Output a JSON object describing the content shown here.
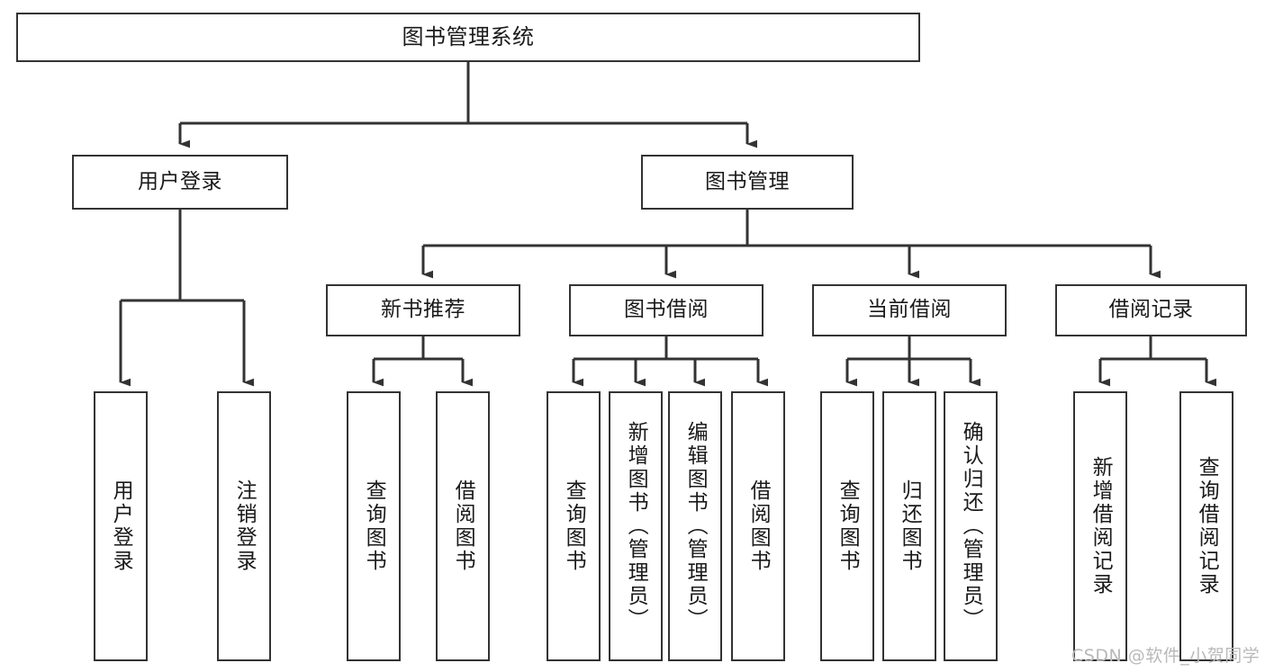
{
  "diagram": {
    "title": "图书管理系统",
    "type": "tree-hierarchy-chart",
    "line_color": "#333333",
    "box_fill": "#ffffff",
    "text_color": "#1a1a1a",
    "background": "#ffffff"
  },
  "nodes": {
    "root": {
      "label": "图书管理系统"
    },
    "level2": [
      {
        "label": "用户登录"
      },
      {
        "label": "图书管理"
      }
    ],
    "level3": [
      {
        "label": "新书推荐"
      },
      {
        "label": "图书借阅"
      },
      {
        "label": "当前借阅"
      },
      {
        "label": "借阅记录"
      }
    ],
    "leaves_user_login": [
      {
        "label": "用户登录"
      },
      {
        "label": "注销登录"
      }
    ],
    "leaves_new_books": [
      {
        "label": "查询图书"
      },
      {
        "label": "借阅图书"
      }
    ],
    "leaves_borrow_books": [
      {
        "label": "查询图书"
      },
      {
        "label": "新增图书（管理员）"
      },
      {
        "label": "编辑图书（管理员）"
      },
      {
        "label": "借阅图书"
      }
    ],
    "leaves_current_borrow": [
      {
        "label": "查询图书"
      },
      {
        "label": "归还图书"
      },
      {
        "label": "确认归还（管理员）"
      }
    ],
    "leaves_borrow_records": [
      {
        "label": "新增借阅记录"
      },
      {
        "label": "查询借阅记录"
      }
    ]
  },
  "watermark": {
    "text": "CSDN @软件_小贺同学"
  }
}
